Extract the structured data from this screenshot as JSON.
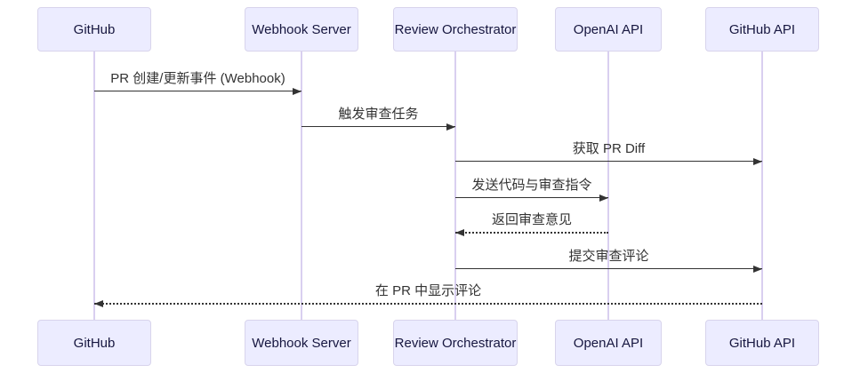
{
  "diagram": {
    "type": "sequence-diagram",
    "actors": [
      {
        "name": "GitHub"
      },
      {
        "name": "Webhook Server"
      },
      {
        "name": "Review Orchestrator"
      },
      {
        "name": "OpenAI API"
      },
      {
        "name": "GitHub API"
      }
    ],
    "messages": [
      {
        "label": "PR 创建/更新事件 (Webhook)",
        "from": "GitHub",
        "to": "Webhook Server",
        "line": "solid",
        "direction": "right"
      },
      {
        "label": "触发审查任务",
        "from": "Webhook Server",
        "to": "Review Orchestrator",
        "line": "solid",
        "direction": "right"
      },
      {
        "label": "获取 PR Diff",
        "from": "Review Orchestrator",
        "to": "GitHub API",
        "line": "solid",
        "direction": "right"
      },
      {
        "label": "发送代码与审查指令",
        "from": "Review Orchestrator",
        "to": "OpenAI API",
        "line": "solid",
        "direction": "right"
      },
      {
        "label": "返回审查意见",
        "from": "OpenAI API",
        "to": "Review Orchestrator",
        "line": "dashed",
        "direction": "left"
      },
      {
        "label": "提交审查评论",
        "from": "Review Orchestrator",
        "to": "GitHub API",
        "line": "solid",
        "direction": "right"
      },
      {
        "label": "在 PR 中显示评论",
        "from": "GitHub API",
        "to": "GitHub",
        "line": "dashed",
        "direction": "left"
      }
    ],
    "colors": {
      "background": "#ffffff",
      "actor_fill": "#ECECFF",
      "actor_border": "#d8d4ec",
      "lifeline": "#d9cff0",
      "message_line": "#333333",
      "message_text": "#333333",
      "actor_text": "#16163f"
    }
  }
}
